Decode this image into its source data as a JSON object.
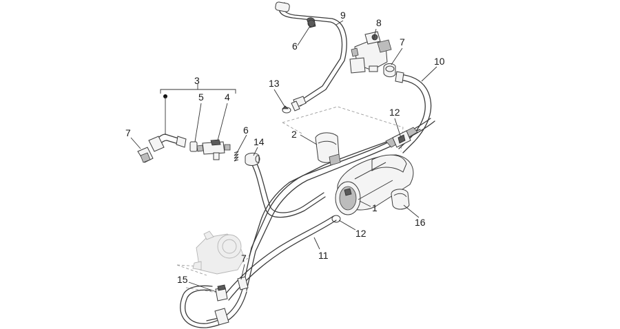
{
  "diagram": {
    "callouts": {
      "c1": "1",
      "c2": "2",
      "c3": "3",
      "c4": "4",
      "c5": "5",
      "c6a": "6",
      "c6b": "6",
      "c7a": "7",
      "c7b": "7",
      "c7c": "7",
      "c8": "8",
      "c9": "9",
      "c10": "10",
      "c11": "11",
      "c12a": "12",
      "c12b": "12",
      "c13": "13",
      "c14": "14",
      "c15": "15",
      "c16": "16"
    }
  }
}
